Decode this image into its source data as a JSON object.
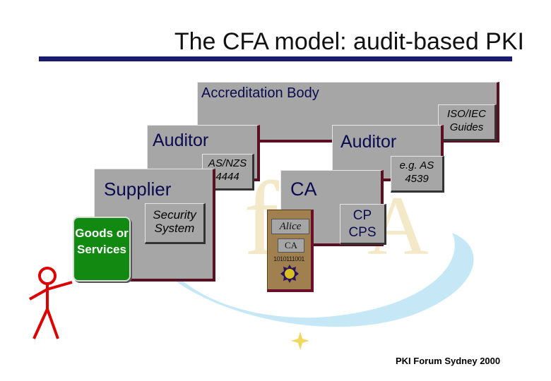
{
  "title": "The CFA model: audit-based PKI",
  "accreditation_body": "Accreditation Body",
  "iso_iec_tag": "ISO/IEC Guides",
  "auditor_left": "Auditor",
  "auditor_right": "Auditor",
  "as_nzs_tag": "AS/NZS 4444",
  "eg_as_tag": "e.g. AS 4539",
  "supplier": "Supplier",
  "ca": "CA",
  "security_system": "Security System",
  "goods_or_services": "Goods or Services",
  "cp_cps": "CP CPS",
  "certificate": {
    "name": "Alice",
    "issuer": "CA",
    "bits": "1010111001"
  },
  "footer": "PKI Forum Sydney 2000",
  "colors": {
    "box_gray": "#a6a6a6",
    "box_shadow": "#5a0f22",
    "label_navy": "#0a0a50",
    "goods_green": "#128a12",
    "figure_red": "#dd0000",
    "swoosh_blue": "#bfe6f5"
  }
}
